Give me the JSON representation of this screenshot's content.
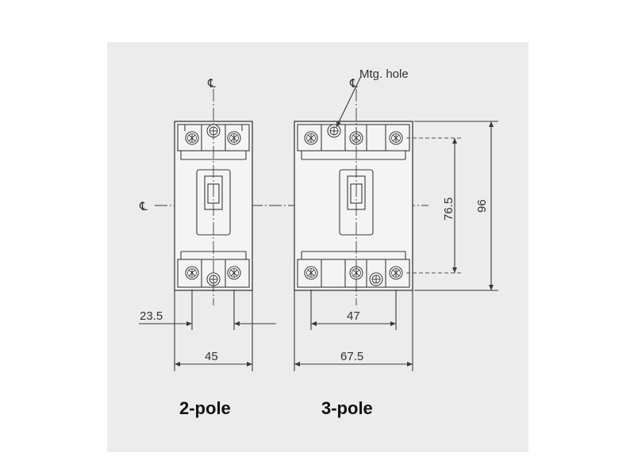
{
  "labels": {
    "mtg_hole": "Mtg. hole",
    "two_pole_title": "2-pole",
    "three_pole_title": "3-pole"
  },
  "dimensions": {
    "two_pole_hole_offset": "23.5",
    "two_pole_width": "45",
    "three_pole_pitch": "47",
    "three_pole_width": "67.5",
    "inner_height": "76.5",
    "overall_height": "96"
  },
  "symbols": {
    "centerline": "℄"
  },
  "colors": {
    "panel_bg": "#ececec",
    "line": "#3a3a3a",
    "text": "#333333"
  }
}
